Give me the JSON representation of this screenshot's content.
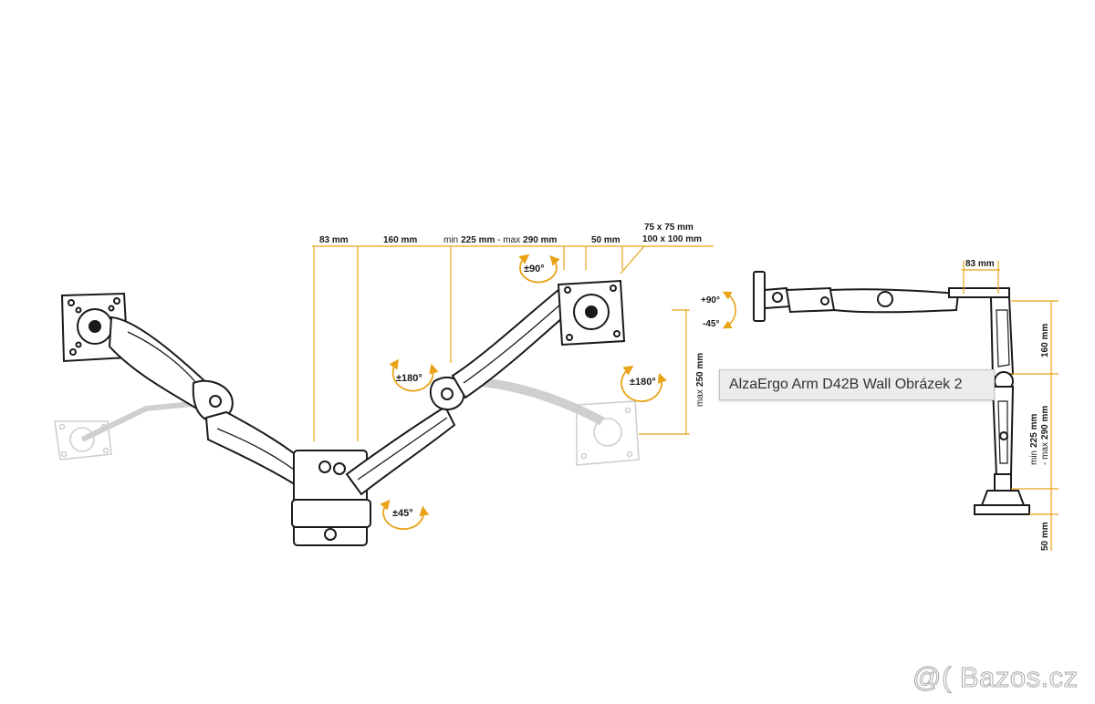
{
  "colors": {
    "accent": "#e8a317",
    "line": "#1a1a1a",
    "ghost": "#cfcfcf"
  },
  "front_view": {
    "widths": {
      "w1": "83 mm",
      "w2": "160 mm",
      "w3_min_word": "min",
      "w3_min": "225 mm",
      "w3_sep": " - ",
      "w3_max_word": "max",
      "w3_max": "290 mm",
      "w4": "50 mm"
    },
    "vesa": {
      "line1": "75 x 75 mm",
      "line2": "100 x 100 mm"
    },
    "height_word": "max",
    "height": "250 mm",
    "rotations": {
      "tilt": "±90°",
      "arm": "±180°",
      "monitor": "±180°",
      "base": "±45°"
    }
  },
  "side_view": {
    "top": "83 mm",
    "tilt_up": "+90°",
    "tilt_down": "-45°",
    "h1": "160 mm",
    "h2_min_word": "min",
    "h2_min": "225 mm",
    "h2_sep": "- ",
    "h2_max_word": "max",
    "h2_max": "290 mm",
    "h3": "50 mm"
  },
  "tooltip": "AlzaErgo Arm D42B Wall Obrázek 2",
  "watermark": "@( Bazos.cz"
}
